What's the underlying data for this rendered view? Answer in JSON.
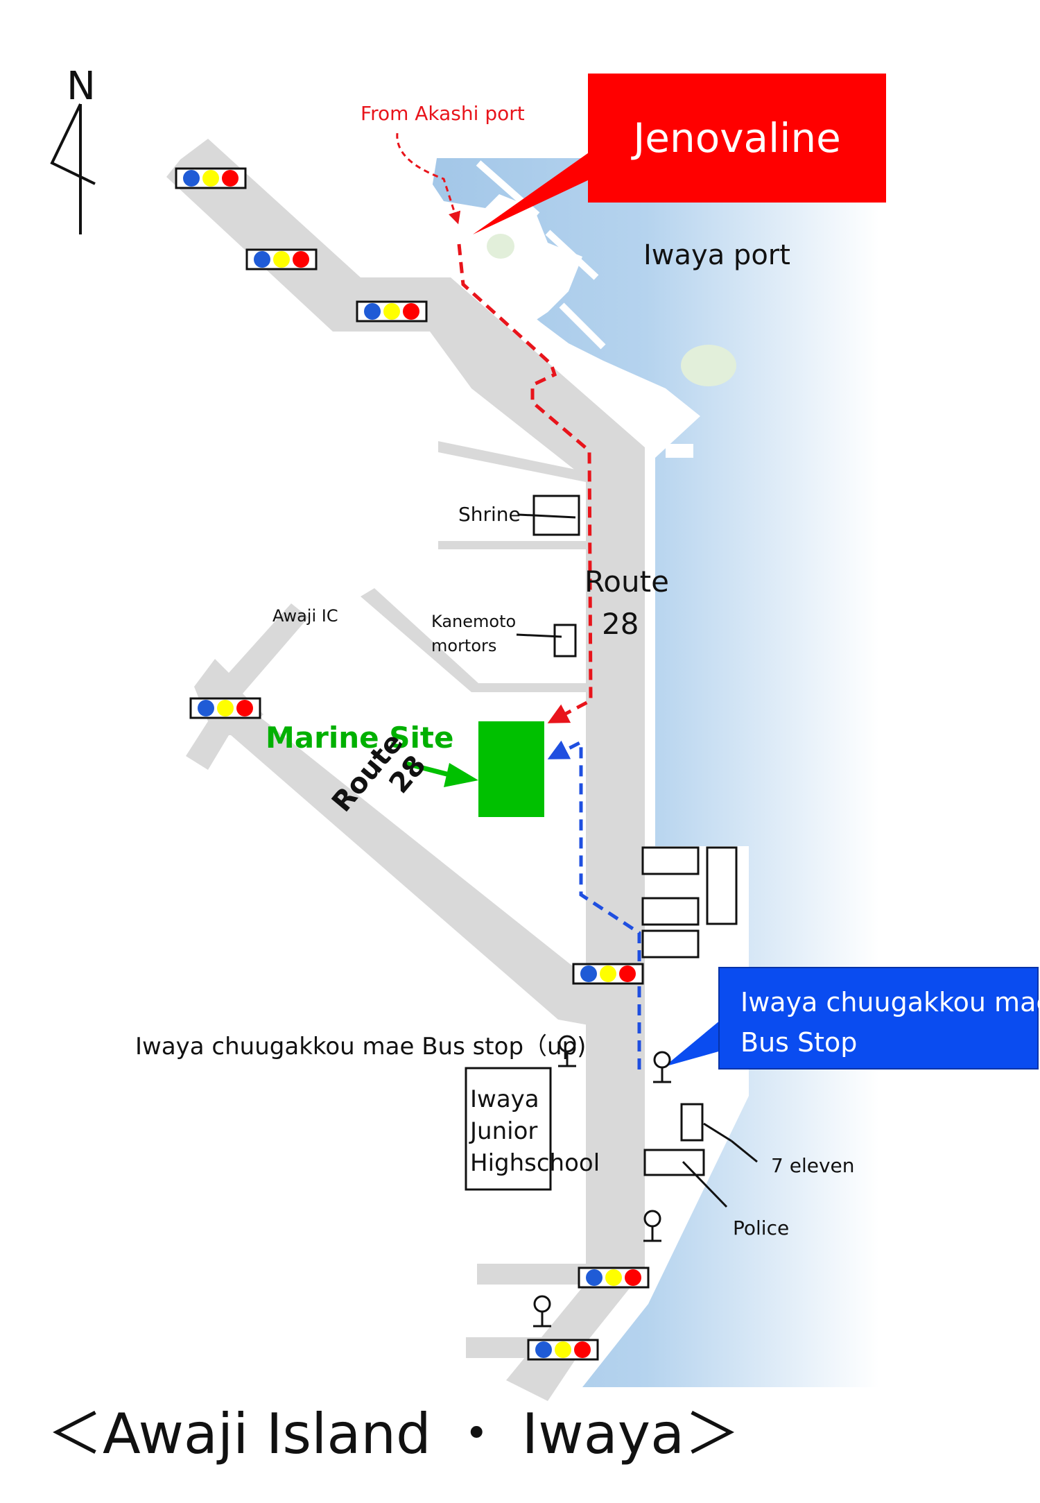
{
  "title": "＜Awaji Island ・ Iwaya＞",
  "compass": {
    "label": "N"
  },
  "callouts": {
    "ferry": "Jenovaline",
    "bus_stop_line1": "Iwaya chuugakkou mae",
    "bus_stop_line2": "Bus Stop"
  },
  "labels": {
    "from_port": "From Akashi port",
    "port": "Iwaya port",
    "shrine": "Shrine",
    "route_main_1": "Route",
    "route_main_2": "28",
    "awaji_ic": "Awaji IC",
    "kanemoto_1": "Kanemoto",
    "kanemoto_2": "mortors",
    "marine_site": "Marine Site",
    "route_diag_1": "Route",
    "route_diag_2": "28",
    "bus_stop_up": "Iwaya chuugakkou mae Bus stop（up)",
    "school_1": "Iwaya",
    "school_2": "Junior",
    "school_3": "Highschool",
    "seven_eleven": "7 eleven",
    "police": "Police"
  },
  "icons": {
    "traffic_light": "traffic-light-icon",
    "bus_stop": "bus-stop-icon",
    "compass": "compass-arrow-icon"
  },
  "colors": {
    "road": "#d9d9d9",
    "sea": "#9dc3e6",
    "ferry_route": "#e8141b",
    "walk_route": "#1f4fe0",
    "marine_site": "#00c000",
    "callout_red": "#ff0000",
    "callout_blue": "#0a4cf0",
    "light_blue": "#1f5bd6",
    "light_yellow": "#ffff00",
    "light_red": "#ff0000"
  }
}
